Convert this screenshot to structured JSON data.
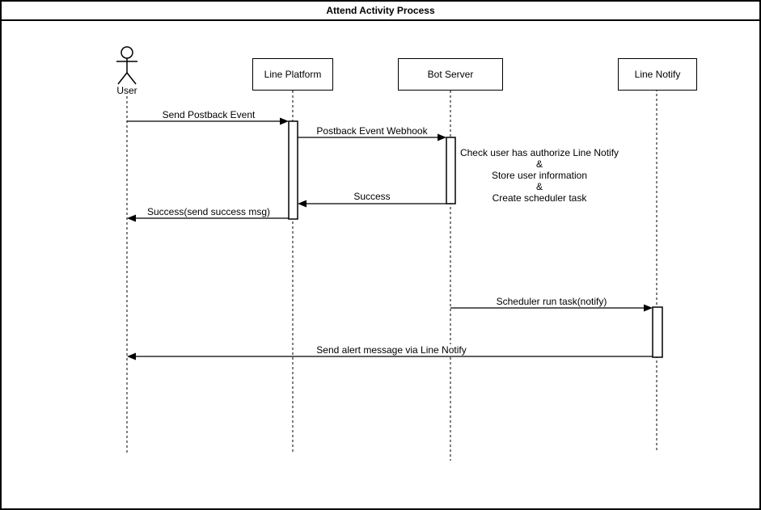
{
  "title": "Attend Activity Process",
  "participants": [
    {
      "id": "user",
      "type": "actor",
      "label": "User"
    },
    {
      "id": "line-platform",
      "type": "object",
      "label": "Line Platform"
    },
    {
      "id": "bot-server",
      "type": "object",
      "label": "Bot Server"
    },
    {
      "id": "line-notify",
      "type": "object",
      "label": "Line Notify"
    }
  ],
  "messages": [
    {
      "label": "Send Postback Event",
      "from": "user",
      "to": "line-platform"
    },
    {
      "label": "Postback Event Webhook",
      "from": "line-platform",
      "to": "bot-server"
    },
    {
      "label": "Success",
      "from": "bot-server",
      "to": "line-platform"
    },
    {
      "label": "Success(send success msg)",
      "from": "line-platform",
      "to": "user"
    },
    {
      "label": "Scheduler run task(notify)",
      "from": "bot-server",
      "to": "line-notify"
    },
    {
      "label": "Send alert message via Line Notify",
      "from": "line-notify",
      "to": "user"
    }
  ],
  "note": {
    "lines": [
      "Check user has authorize Line Notify",
      "&",
      "Store user information",
      "&",
      "Create scheduler task"
    ]
  },
  "colors": {
    "stroke": "#000000",
    "background": "#ffffff"
  }
}
